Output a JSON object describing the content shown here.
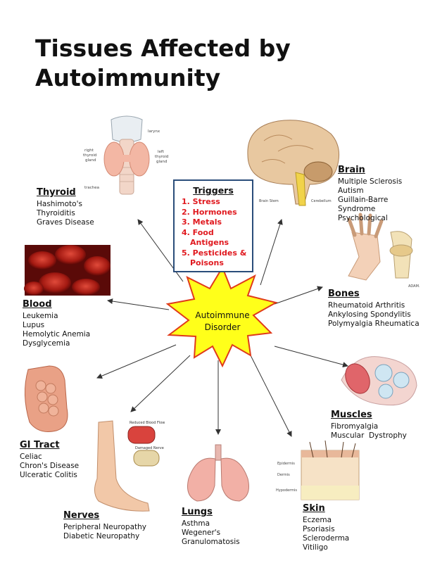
{
  "title": {
    "line1": "Tissues Affected by",
    "line2": "Autoimmunity"
  },
  "center": {
    "line1": "Autoimmune",
    "line2": "Disorder"
  },
  "triggers": {
    "heading": "Triggers",
    "items": [
      "1. Stress",
      "2. Hormones",
      "3. Metals",
      "4. Food",
      "Antigens",
      "5. Pesticides &",
      "Poisons"
    ]
  },
  "tissues": {
    "thyroid": {
      "name": "Thyroid",
      "conditions": [
        "Hashimoto's",
        "Thyroiditis",
        "Graves Disease"
      ]
    },
    "brain": {
      "name": "Brain",
      "conditions": [
        "Multiple Sclerosis",
        "Autism",
        "Guillain-Barre",
        "Syndrome",
        "Psychological"
      ]
    },
    "blood": {
      "name": "Blood",
      "conditions": [
        "Leukemia",
        "Lupus",
        "Hemolytic Anemia",
        "Dysglycemia"
      ]
    },
    "bones": {
      "name": "Bones",
      "conditions": [
        "Rheumatoid Arthritis",
        "Ankylosing Spondylitis",
        "Polymyalgia Rheumatica"
      ]
    },
    "muscles": {
      "name": "Muscles",
      "conditions": [
        "Fibromyalgia",
        "Muscular  Dystrophy"
      ]
    },
    "gi": {
      "name": "GI Tract",
      "conditions": [
        "Celiac",
        "Chron's Disease",
        "Ulceratic Colitis"
      ]
    },
    "nerves": {
      "name": "Nerves",
      "conditions": [
        "Peripheral Neuropathy",
        "Diabetic Neuropathy"
      ]
    },
    "lungs": {
      "name": "Lungs",
      "conditions": [
        "Asthma",
        "Wegener's",
        "Granulomatosis"
      ]
    },
    "skin": {
      "name": "Skin",
      "conditions": [
        "Eczema",
        "Psoriasis",
        "Scleroderma",
        "Vitiligo"
      ]
    }
  },
  "image_labels": {
    "thyroid": {
      "larynx": "larynx",
      "right": "right\nthyroid\ngland",
      "left": "left\nthyroid\ngland",
      "trachea": "trachea"
    },
    "brain": {
      "stem": "Brain Stem",
      "cerebellum": "Cerebellum"
    },
    "bones": {
      "credit": "ADAM."
    },
    "nerves": {
      "flow": "Reduced Blood Flow",
      "damaged": "Damaged Nerve"
    },
    "skin": {
      "epidermis": "Epidermis",
      "dermis": "Dermis",
      "hypodermis": "Hypodermis"
    }
  },
  "colors": {
    "title": "#111111",
    "trigger_text": "#e0191f",
    "trigger_border": "#2a4d7a",
    "star_fill": "#ffff1a",
    "star_stroke": "#e03a1a"
  }
}
